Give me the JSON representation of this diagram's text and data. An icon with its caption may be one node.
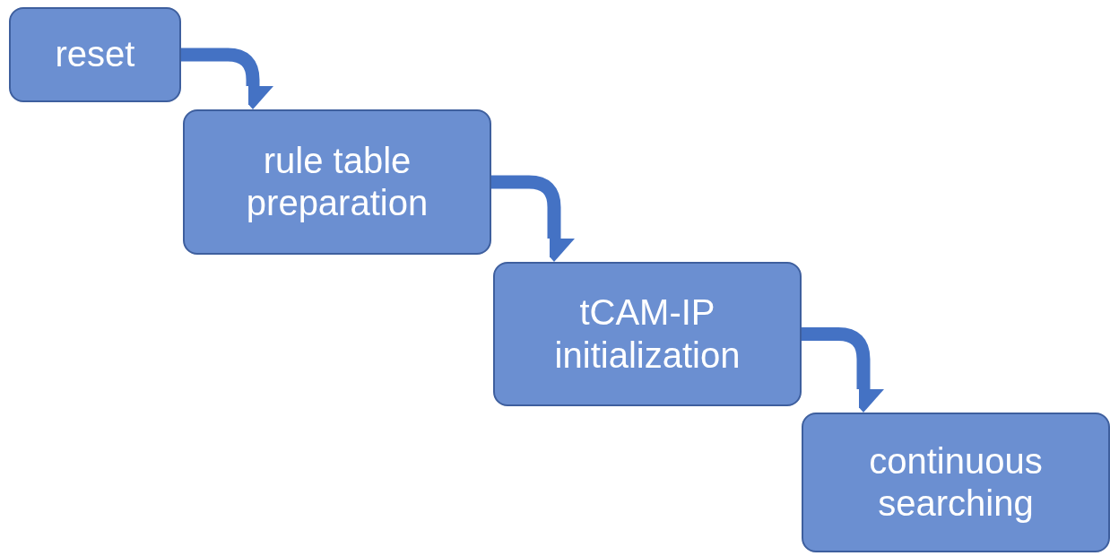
{
  "diagram": {
    "nodes": [
      {
        "text": [
          "reset"
        ]
      },
      {
        "text": [
          "rule table preparation"
        ]
      },
      {
        "text": [
          "tCAM-IP initialization"
        ]
      },
      {
        "text": [
          "continuous searching"
        ]
      }
    ],
    "edges": [
      {
        "from": 0,
        "to": 1,
        "arrow": "to"
      },
      {
        "from": 1,
        "to": 2,
        "arrow": "to"
      },
      {
        "from": 2,
        "to": 3,
        "arrow": "to"
      }
    ]
  }
}
